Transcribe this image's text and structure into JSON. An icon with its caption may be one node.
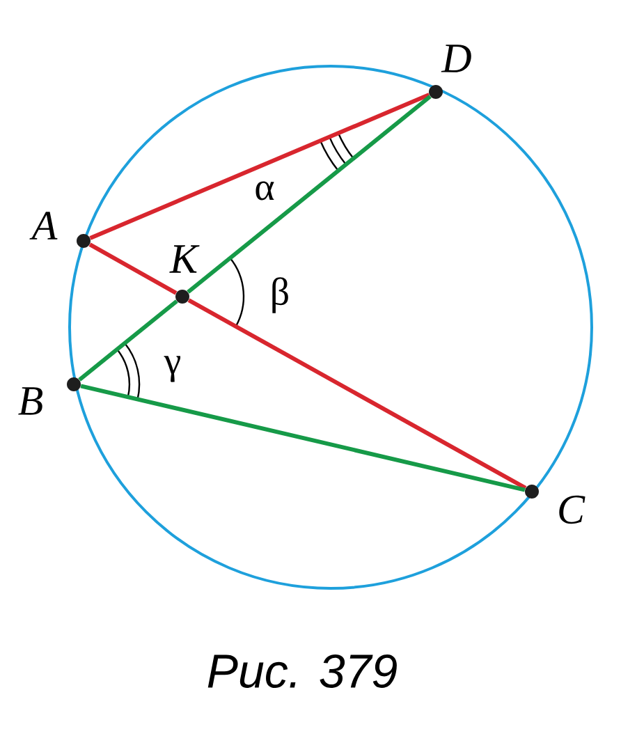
{
  "diagram": {
    "caption": "Рис. 379",
    "nodes": [
      {
        "text": [],
        "shape": "circle",
        "beside": [
          "D"
        ]
      },
      {
        "text": [],
        "shape": "circle",
        "beside": [
          "A"
        ]
      },
      {
        "text": [],
        "shape": "circle",
        "beside": [
          "K"
        ]
      },
      {
        "text": [],
        "shape": "circle",
        "beside": [
          "B"
        ]
      },
      {
        "text": [],
        "shape": "circle",
        "beside": [
          "C"
        ]
      }
    ],
    "edges": [
      {
        "from": 1,
        "to": 0,
        "arrow": "none",
        "color": "#d8262e"
      },
      {
        "from": 1,
        "to": 2,
        "arrow": "none",
        "color": "#d8262e"
      },
      {
        "from": 2,
        "to": 4,
        "arrow": "none",
        "color": "#d8262e"
      },
      {
        "from": 3,
        "to": 2,
        "arrow": "none",
        "color": "#169a48"
      },
      {
        "from": 2,
        "to": 0,
        "arrow": "none",
        "color": "#169a48"
      },
      {
        "from": 3,
        "to": 4,
        "arrow": "none",
        "color": "#169a48"
      }
    ],
    "labels": [
      "α",
      "β",
      "γ"
    ]
  }
}
